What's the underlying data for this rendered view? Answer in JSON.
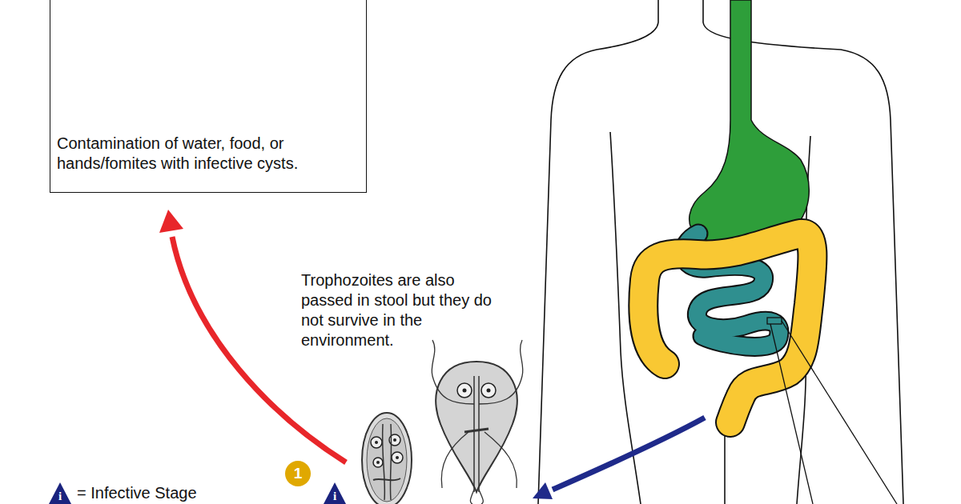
{
  "diagram": {
    "nodes": [
      {
        "text": [
          "Contamination of water, food, or hands/fomites with infective cysts."
        ]
      }
    ],
    "labels": [
      "Trophozoites are also passed in stool but they do not survive in the environment.",
      "1",
      "i",
      "i"
    ],
    "legend": [
      {
        "text": "= Infective Stage"
      }
    ]
  }
}
